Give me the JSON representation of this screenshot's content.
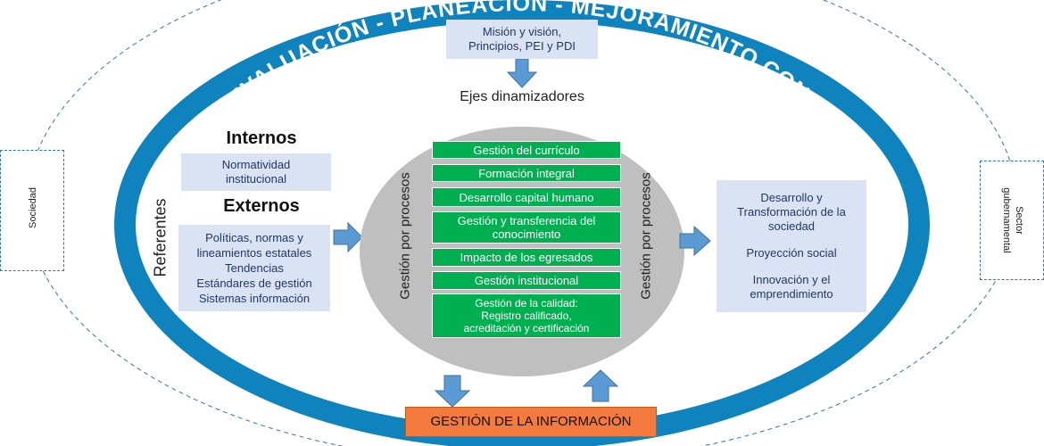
{
  "ring_title": "AUTOEVALUACIÓN - PLANEACIÓN - MEJORAMIENTO CONTINUO",
  "top_box": {
    "line1": "Misión y visión,",
    "line2": "Principios, PEI y PDI"
  },
  "ejes_label": "Ejes dinamizadores",
  "referentes_label": "Referentes",
  "internos": {
    "heading": "Internos",
    "line1": "Normatividad",
    "line2": "institucional"
  },
  "externos": {
    "heading": "Externos",
    "lines": [
      "Políticas, normas y",
      "lineamientos estatales",
      "Tendencias",
      "Estándares de gestión",
      "Sistemas información"
    ]
  },
  "gestion_procesos_label": "Gestión por procesos",
  "ejes": [
    "Gestión del currículo",
    "Formación integral",
    "Desarrollo capital humano",
    "Gestión y transferencia del",
    "conocimiento",
    "Impacto de los egresados",
    "Gestión institucional",
    "Gestión de la calidad:",
    "Registro calificado,",
    "acreditación y certificación"
  ],
  "results": [
    "Desarrollo y",
    "Transformación de la",
    "sociedad",
    "Proyección social",
    "Innovación y el",
    "emprendimiento"
  ],
  "sociedad_label": "Sociedad",
  "sector": {
    "line1": "Sector",
    "line2": "gubernamental"
  },
  "info_label": "GESTIÓN DE LA INFORMACIÓN",
  "colors": {
    "ring": "#0e83bd",
    "box": "#dae3f3",
    "green": "#00b050",
    "orange": "#f47b3d",
    "arrow": "#5b9bd5",
    "circle": "#bfbfbf"
  }
}
